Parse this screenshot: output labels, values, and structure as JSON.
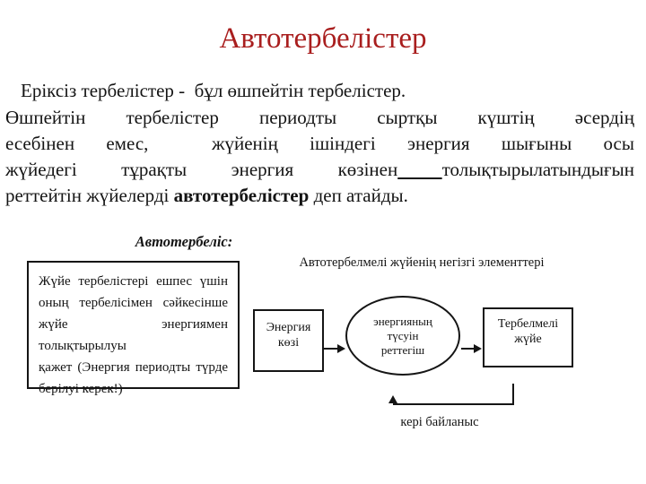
{
  "slide": {
    "title": "Автотербелістер",
    "paragraph": {
      "line1": "Еріксіз тербелістер -  бұл өшпейтін тербелістер.",
      "line2": "Өшпейтін тербелістер периодты сыртқы күштің әсердің",
      "line3": "есебінен емес,  жүйенің ішіндегі энергия шығыны осы",
      "line4_pre": "жүйедегі тұрақты энергия көзінен",
      "line4_underscore": " ",
      "line4_post": "толықтырылатындығын",
      "line5_pre": "реттейтін жүйелерді ",
      "line5_bold": "автотербелістер",
      "line5_post": " деп атайды."
    }
  },
  "diagram": {
    "heading": "Автотербеліс:",
    "note_box": {
      "lines": [
        "Жүйе тербелістері ешпес үшін",
        "оның тербелісімен сәйкесінше",
        "жүйе энергиямен толықтырылуы",
        "қажет (Энергия периодты түрде",
        "берілуі керек!)"
      ]
    },
    "elements_title": "Автотербелмелі жүйенің негізгі элементтері",
    "energy_source_box": {
      "line1": "Энергия",
      "line2": "көзі"
    },
    "regulator_ellipse": {
      "line1": "энергияның",
      "line2": "түсуін",
      "line3": "реттегіш"
    },
    "oscillating_box": {
      "line1": "Тербелмелі",
      "line2": "жүйе"
    },
    "feedback_label": "кері байланыс"
  },
  "colors": {
    "title": "#a91e1e",
    "line": "#151515",
    "text": "#141414",
    "background": "#ffffff"
  }
}
